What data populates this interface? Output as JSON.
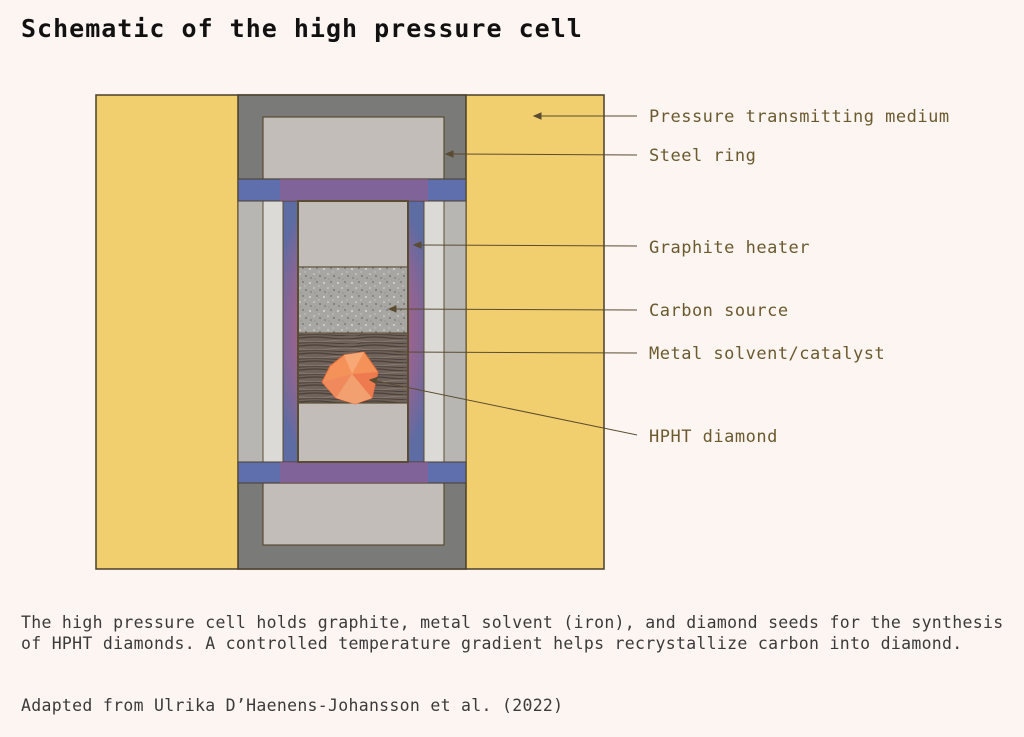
{
  "title": "Schematic of the high pressure cell",
  "labels": {
    "pressure_medium": "Pressure transmitting medium",
    "steel_ring": "Steel ring",
    "graphite_heater": "Graphite heater",
    "carbon_source": "Carbon source",
    "metal_solvent": "Metal solvent/catalyst",
    "hpht_diamond": "HPHT diamond"
  },
  "caption": "The high pressure cell holds graphite, metal solvent (iron), and diamond seeds for the synthesis of HPHT diamonds. A controlled temperature gradient helps recrystallize carbon into diamond.",
  "source": "Adapted from Ulrika D’Haenens-Johansson et al. (2022)",
  "colors": {
    "background": "#fdf5f2",
    "pressure_medium": "#f2cf6e",
    "steel": "#7a7a78",
    "insulator": "#c2bdb8",
    "heater_hot": "#f06060",
    "heater_cold": "#5a6aa8",
    "label": "#6b5a2e"
  }
}
